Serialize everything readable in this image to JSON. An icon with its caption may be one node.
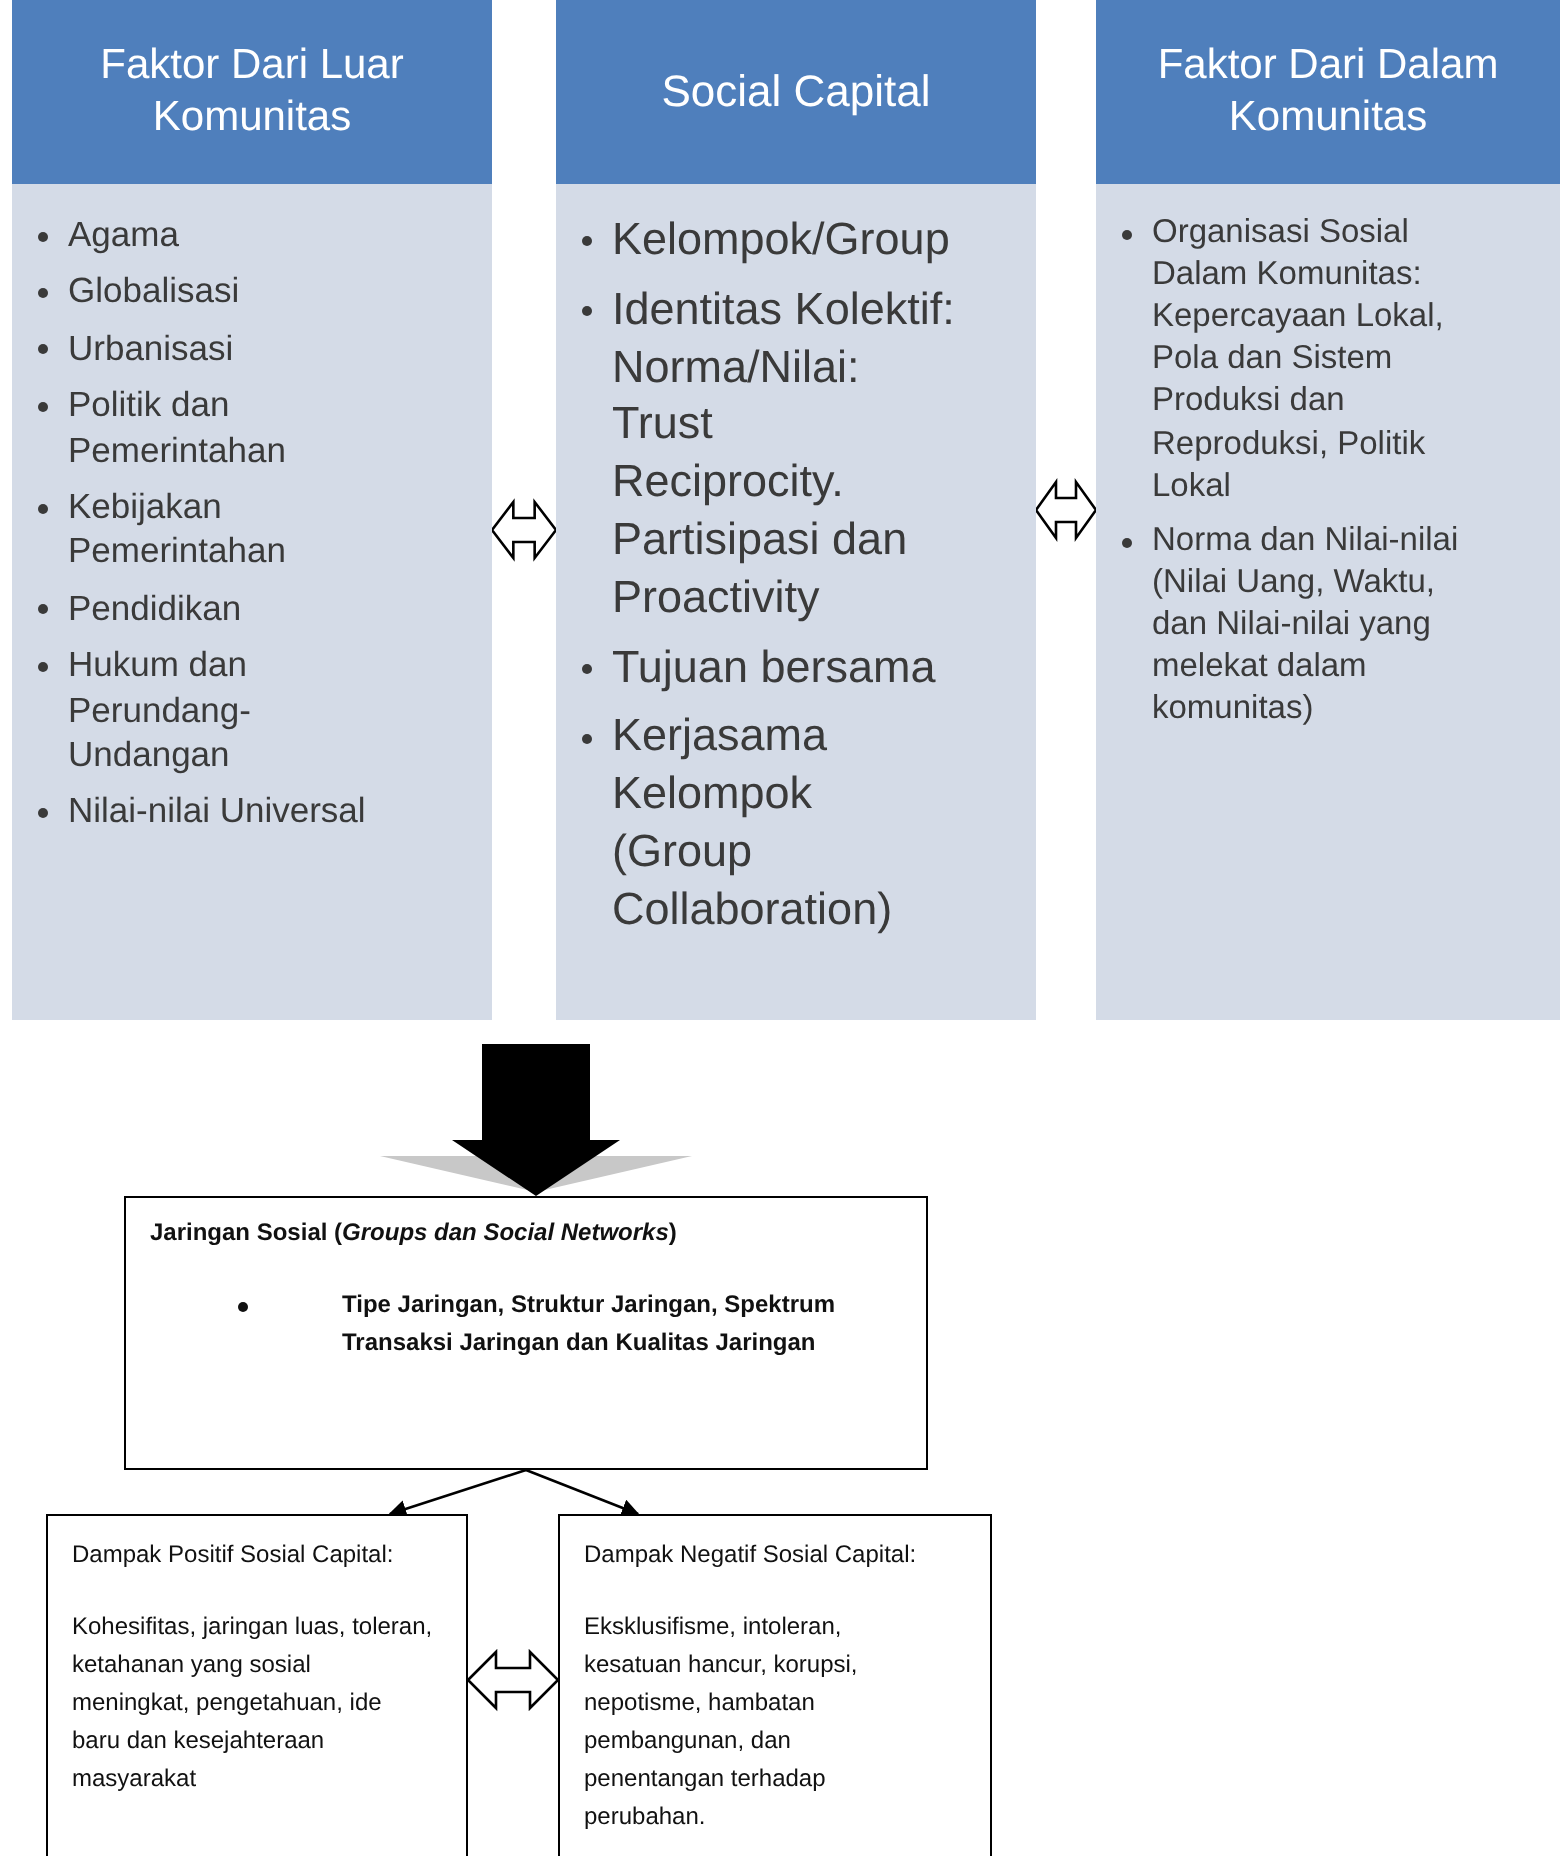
{
  "diagram": {
    "nodes": [
      {
        "text": [
          "Faktor Dari Luar Komunitas",
          "Agama",
          "Globalisasi",
          "Urbanisasi",
          "Politik dan Pemerintahan",
          "Kebijakan Pemerintahan",
          "Pendidikan",
          "Hukum dan Perundang-Undangan",
          "Nilai-nilai Universal"
        ]
      },
      {
        "text": [
          "Social Capital",
          "Kelompok/Group",
          "Identitas Kolektif: Norma/Nilai: Trust Reciprocity. Partisipasi dan Proactivity",
          "Tujuan bersama",
          "Kerjasama Kelompok (Group Collaboration)"
        ]
      },
      {
        "text": [
          "Faktor Dari Dalam Komunitas",
          "Organisasi Sosial Dalam Komunitas: Kepercayaan Lokal, Pola dan Sistem Produksi dan Reproduksi, Politik Lokal",
          "Norma dan Nilai-nilai (Nilai Uang, Waktu, dan Nilai-nilai yang melekat dalam komunitas)"
        ]
      },
      {
        "text": [
          "Jaringan Sosial (*Groups dan Social Networks*)",
          "Tipe Jaringan, Struktur Jaringan, Spektrum Transaksi Jaringan dan Kualitas Jaringan"
        ]
      },
      {
        "text": [
          "Dampak Positif Sosial Capital:",
          "Kohesifitas, jaringan luas, toleran, ketahanan yang sosial meningkat, pengetahuan, ide baru dan kesejahteraan masyarakat"
        ]
      },
      {
        "text": [
          "Dampak Negatif Sosial Capital:",
          "Eksklusifisme, intoleran, kesatuan hancur, korupsi, nepotisme, hambatan pembangunan, dan penentangan terhadap perubahan."
        ]
      }
    ],
    "edges": [
      {
        "from": 0,
        "to": 1,
        "arrow": "both"
      },
      {
        "from": 1,
        "to": 2,
        "arrow": "both"
      },
      {
        "from": null,
        "to": 3,
        "arrow": "to",
        "style": "thick"
      },
      {
        "from": 3,
        "to": 4,
        "arrow": "to"
      },
      {
        "from": 3,
        "to": 5,
        "arrow": "to"
      },
      {
        "from": 4,
        "to": 5,
        "arrow": "both"
      }
    ]
  }
}
